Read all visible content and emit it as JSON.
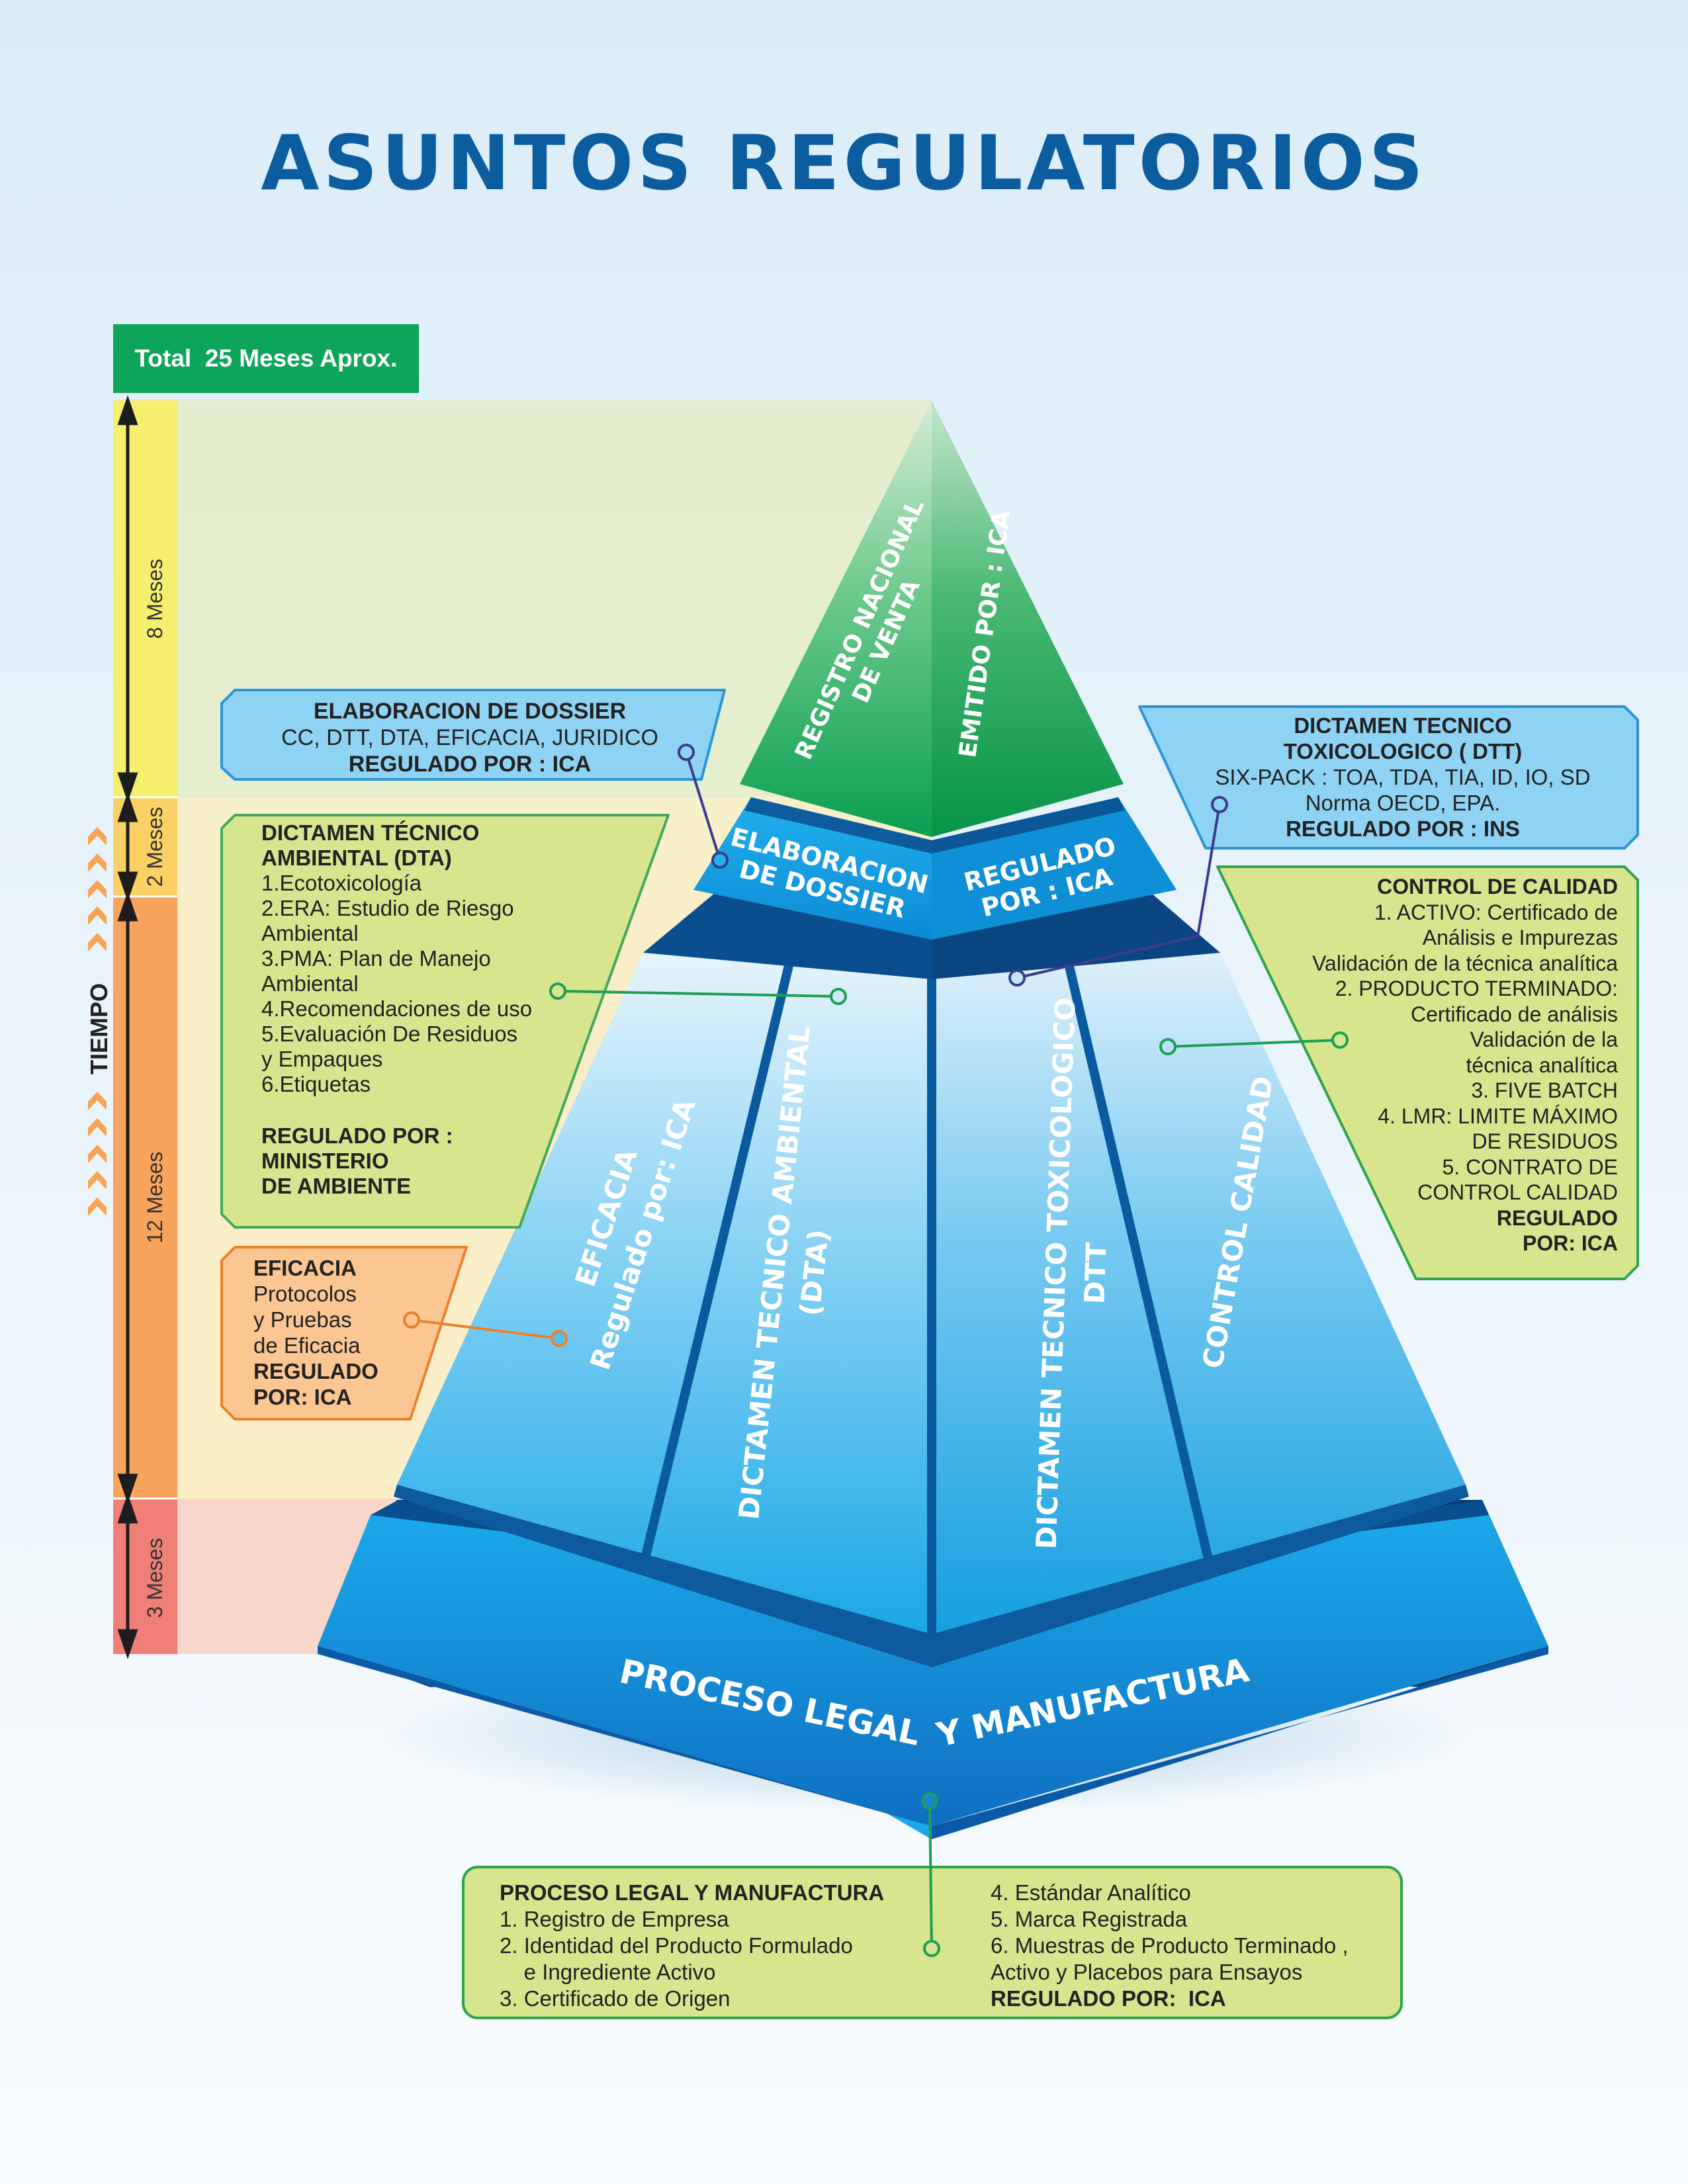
{
  "title": "ASUNTOS REGULATORIOS",
  "total_badge": "Total  25 Meses Aprox.",
  "timeline": {
    "axis_label": "TIEMPO",
    "segments": [
      {
        "label": "8 Meses",
        "color": "#f6ef6e"
      },
      {
        "label": "2 Meses",
        "color": "#fbd065"
      },
      {
        "label": "12 Meses",
        "color": "#f8a45d"
      },
      {
        "label": "3 Meses",
        "color": "#f07f78"
      }
    ]
  },
  "pyramid": {
    "apex": {
      "left": "REGISTRO NACIONAL DE VENTA",
      "right": "EMITIDO POR : ICA"
    },
    "band": {
      "left": "ELABORACION DE DOSSIER",
      "right": "REGULADO POR : ICA"
    },
    "columns": [
      {
        "line1": "EFICACIA",
        "line2": "Regulado por: ICA"
      },
      {
        "line1": "DICTAMEN TECNICO AMBIENTAL",
        "line2": "(DTA)"
      },
      {
        "line1": "DICTAMEN TECNICO TOXICOLOGICO",
        "line2": "DTT"
      },
      {
        "line1": "CONTROL CALIDAD",
        "line2": ""
      }
    ],
    "base": {
      "left": "PROCESO LEGAL",
      "right": "Y MANUFACTURA"
    }
  },
  "callouts": {
    "dossier": {
      "title": "ELABORACION DE DOSSIER",
      "body": "CC, DTT, DTA, EFICACIA, JURIDICO",
      "regulated": "REGULADO POR : ICA"
    },
    "dta": {
      "title": [
        "DICTAMEN TÉCNICO",
        "AMBIENTAL (DTA)"
      ],
      "items": [
        "1.Ecotoxicología",
        "2.ERA: Estudio de Riesgo",
        "Ambiental",
        "3.PMA: Plan de Manejo",
        "Ambiental",
        "4.Recomendaciones de uso",
        "5.Evaluación De Residuos",
        "y Empaques",
        "6.Etiquetas"
      ],
      "regulated": [
        "REGULADO POR :",
        "MINISTERIO",
        "DE AMBIENTE"
      ]
    },
    "eficacia": {
      "title": "EFICACIA",
      "items": [
        "Protocolos",
        "y Pruebas",
        "de Eficacia"
      ],
      "regulated": [
        "REGULADO",
        "POR: ICA"
      ]
    },
    "dtt": {
      "title": [
        "DICTAMEN TECNICO",
        "TOXICOLOGICO ( DTT)"
      ],
      "items": [
        "SIX-PACK : TOA, TDA, TIA, ID, IO, SD",
        "Norma OECD, EPA."
      ],
      "regulated": "REGULADO POR : INS"
    },
    "control": {
      "title": "CONTROL DE CALIDAD",
      "items": [
        "1. ACTIVO: Certificado de",
        "Análisis e Impurezas",
        "Validación de la técnica analítica",
        "2. PRODUCTO TERMINADO:",
        "Certificado de análisis",
        "Validación de la",
        "técnica analítica",
        "3. FIVE BATCH",
        "4. LMR: LIMITE MÁXIMO",
        "DE RESIDUOS",
        "5. CONTRATO DE",
        "CONTROL CALIDAD"
      ],
      "regulated": [
        "REGULADO",
        "POR: ICA"
      ]
    },
    "proceso": {
      "title": "PROCESO LEGAL Y MANUFACTURA",
      "left_items": [
        "1. Registro de Empresa",
        "2. Identidad del Producto Formulado",
        "    e Ingrediente Activo",
        "3. Certificado de Origen"
      ],
      "right_items": [
        "4. Estándar Analítico",
        "5. Marca Registrada",
        "6. Muestras de Producto Terminado ,",
        "Activo y Placebos para Ensayos"
      ],
      "regulated": "REGULADO POR:  ICA"
    }
  },
  "colors": {
    "title": "#0b5da0",
    "badge": "#0da55a",
    "callout_green": "#d6e58e",
    "callout_blue": "#8fd3f4",
    "callout_orange": "#fbc692",
    "pyramid_blue": "#1ba1e2",
    "apex_green": "#18a95a"
  }
}
